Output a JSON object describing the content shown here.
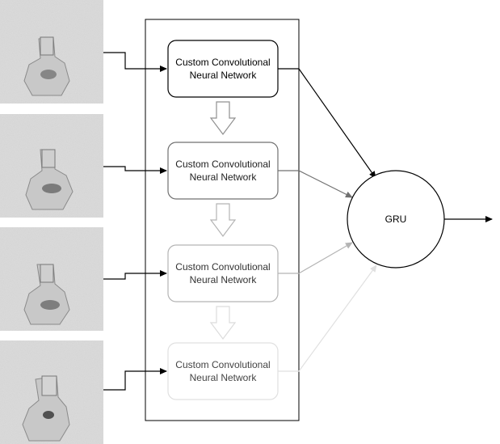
{
  "diagram": {
    "frames": [
      {
        "label": "",
        "opacity": 1.0
      },
      {
        "label": "",
        "opacity": 1.0
      },
      {
        "label": "",
        "opacity": 1.0
      },
      {
        "label": "",
        "opacity": 1.0
      }
    ],
    "cnn_blocks": [
      {
        "line1": "Custom Convolutional",
        "line2": "Neural Network",
        "shade": "#000000"
      },
      {
        "line1": "Custom Convolutional",
        "line2": "Neural Network",
        "shade": "#707070"
      },
      {
        "line1": "Custom Convolutional",
        "line2": "Neural Network",
        "shade": "#b4b4b4"
      },
      {
        "line1": "Custom Convolutional",
        "line2": "Neural Network",
        "shade": "#e0e0e0"
      }
    ],
    "gru": {
      "label": "GRU"
    }
  }
}
